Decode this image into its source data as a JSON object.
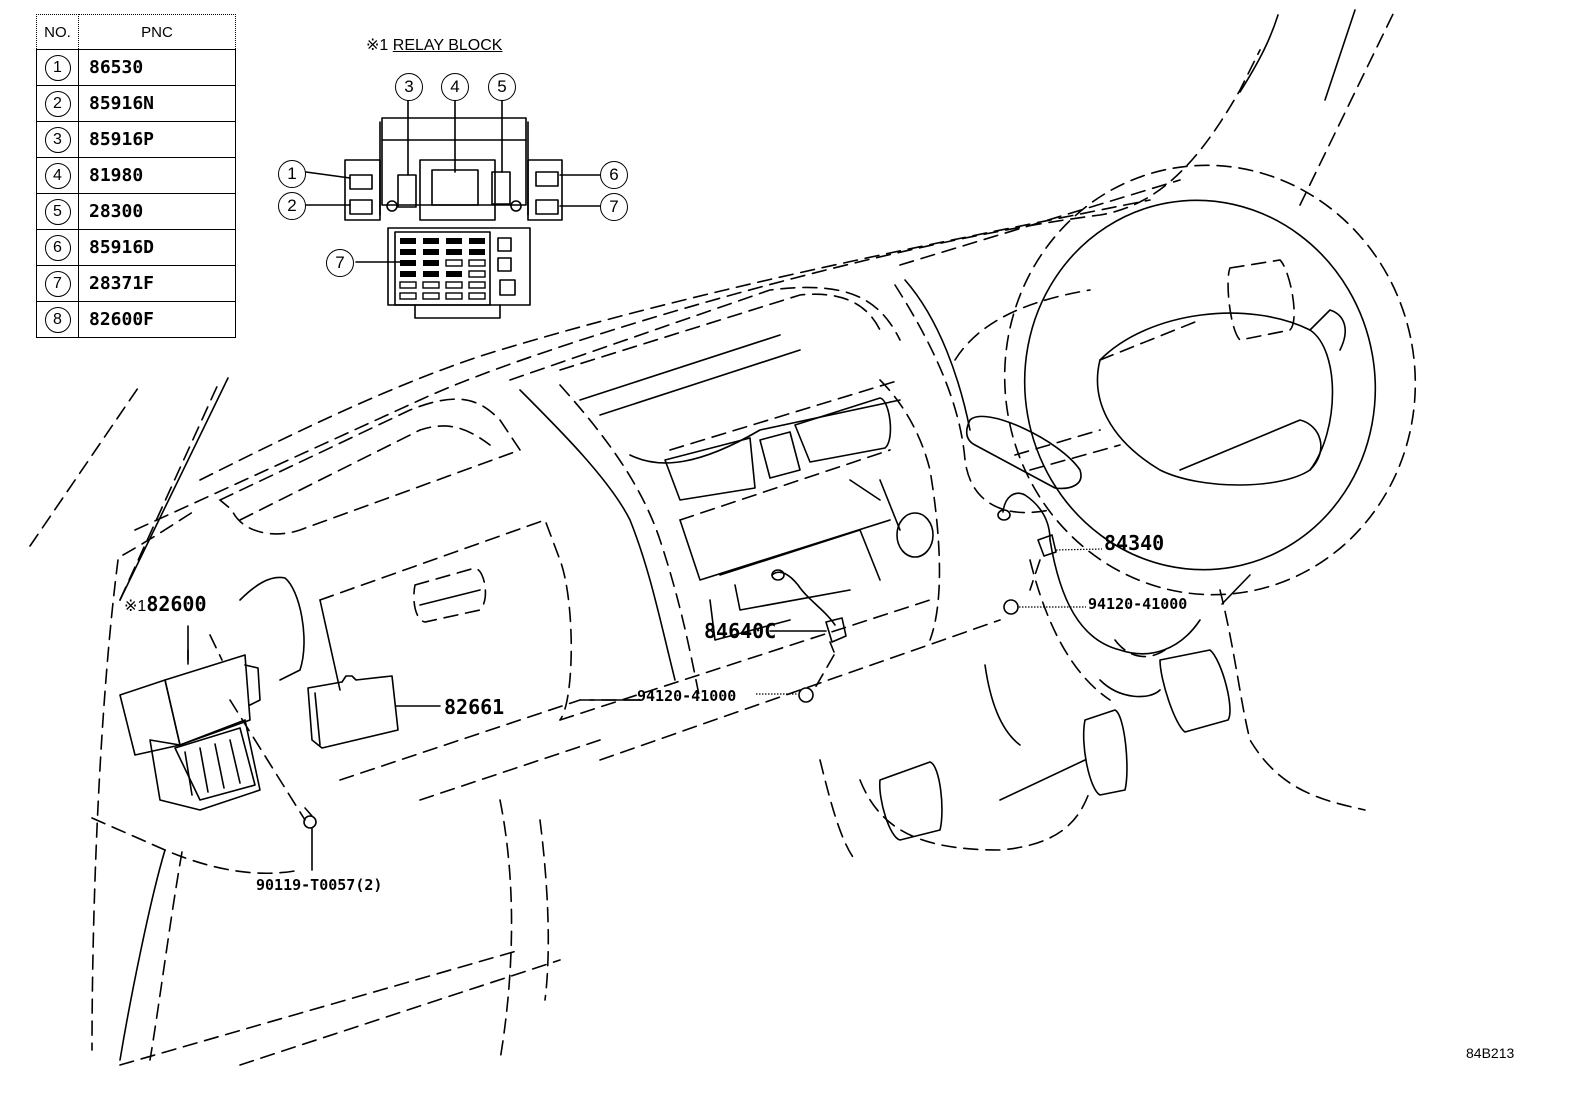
{
  "legend": {
    "headers": {
      "no": "NO.",
      "pnc": "PNC"
    },
    "rows": [
      {
        "no": "1",
        "pnc": "86530"
      },
      {
        "no": "2",
        "pnc": "85916N"
      },
      {
        "no": "3",
        "pnc": "85916P"
      },
      {
        "no": "4",
        "pnc": "81980"
      },
      {
        "no": "5",
        "pnc": "28300"
      },
      {
        "no": "6",
        "pnc": "85916D"
      },
      {
        "no": "7",
        "pnc": "28371F"
      },
      {
        "no": "8",
        "pnc": "82600F"
      }
    ]
  },
  "relay_block": {
    "mark": "※1",
    "title": "RELAY BLOCK",
    "callouts": [
      "1",
      "2",
      "3",
      "4",
      "5",
      "6",
      "7",
      "7"
    ]
  },
  "parts": {
    "junction_block_mark": "※1",
    "junction_block": "82600",
    "control_module": "82661",
    "screw": "90119-T0057(2)",
    "sensor_center": "84640C",
    "nut_center": "94120-41000",
    "sensor_right": "84340",
    "nut_right": "94120-41000"
  },
  "figure_id": "84B213"
}
